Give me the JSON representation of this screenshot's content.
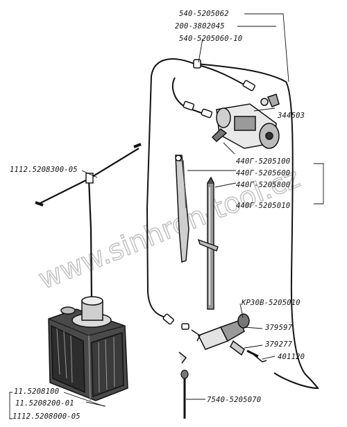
{
  "labels": {
    "tube_top": "540-5205062",
    "tee_top": "200-3802045",
    "tube_hose": "540-5205060-10",
    "elbow": "344503",
    "motor_top": "440Г-5205100",
    "arm": "440Г-5205600",
    "arm2": "440Г-5205800",
    "blade": "440Г-5205010",
    "washer_tube": "1112.5208300-05",
    "valve": "КР30В-5205010",
    "fitting1": "379597",
    "fitting2": "379277",
    "fitting3": "401120",
    "drain_tube": "7540-5205070",
    "tank1": "11.5208100",
    "tank2": "11.5208200-01",
    "tank3": "1112.5208000-05"
  },
  "watermark": "www.sinhron-tool.cz"
}
